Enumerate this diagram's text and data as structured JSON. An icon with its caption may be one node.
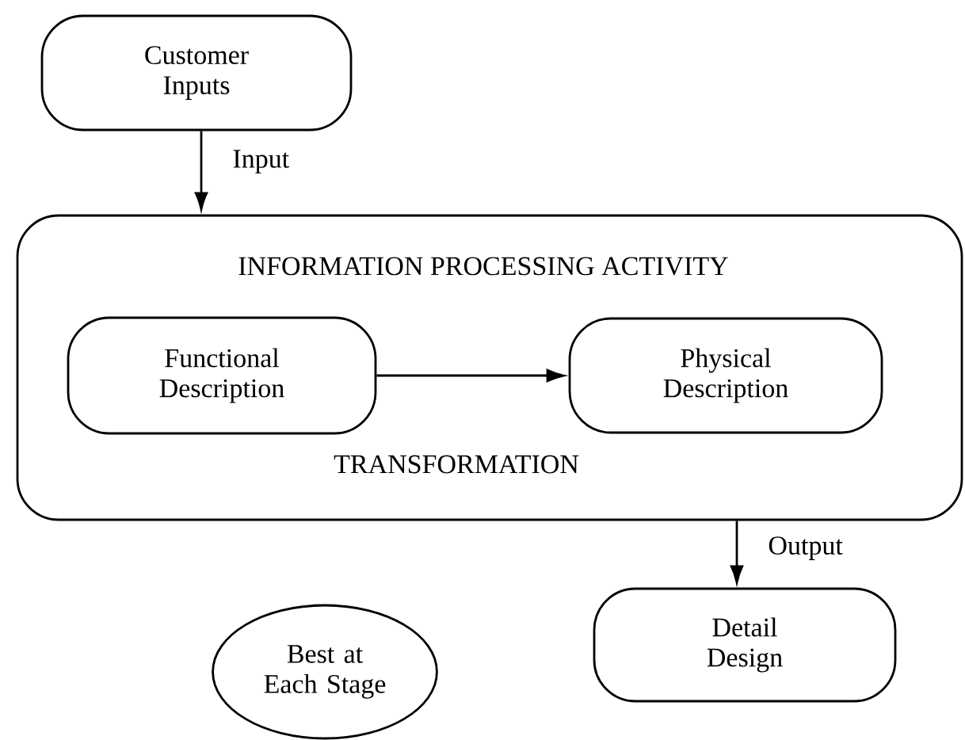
{
  "diagram": {
    "nodes": [
      {
        "text": [
          "Customer Inputs"
        ]
      },
      {
        "text": [
          "INFORMATION PROCESSING ACTIVITY",
          "TRANSFORMATION"
        ]
      },
      {
        "text": [
          "Functional Description"
        ],
        "in": 1
      },
      {
        "text": [
          "Physical Description"
        ],
        "in": 1
      },
      {
        "text": [
          "Detail Design"
        ]
      },
      {
        "text": [
          "Best at Each Stage"
        ]
      }
    ],
    "edges": [
      {
        "from": 0,
        "to": 1,
        "arrow": "to",
        "label": "Input"
      },
      {
        "from": 2,
        "to": 3,
        "arrow": "to"
      },
      {
        "from": 1,
        "to": 4,
        "arrow": "to",
        "label": "Output"
      }
    ]
  }
}
